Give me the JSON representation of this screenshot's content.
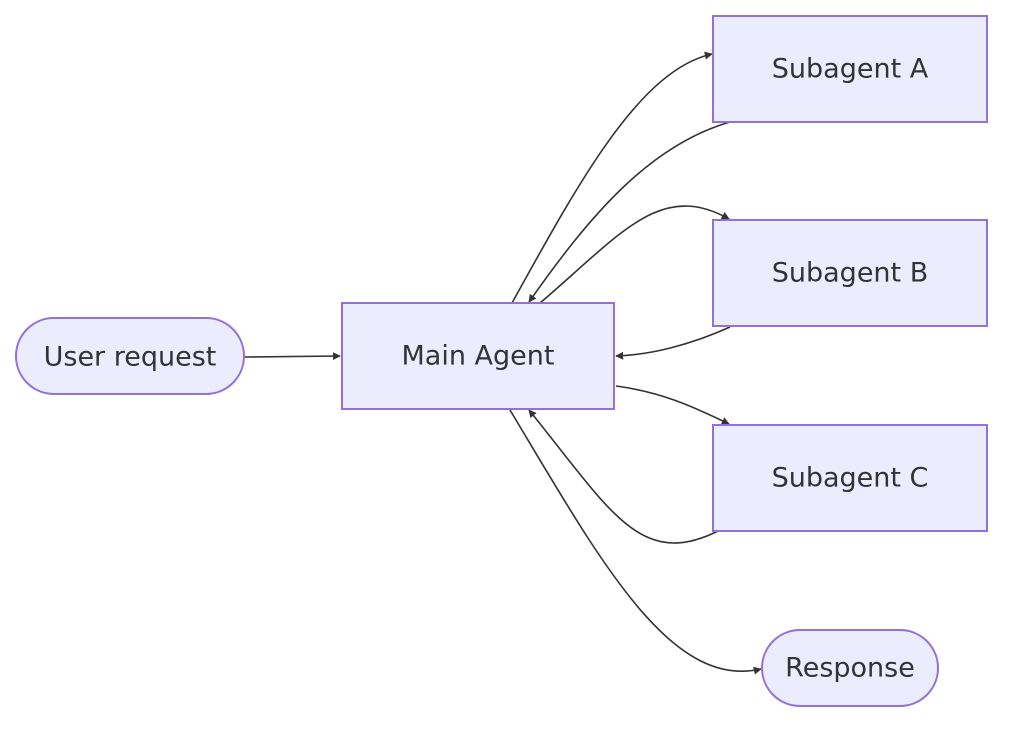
{
  "diagram": {
    "nodes": {
      "user_request": "User request",
      "main_agent": "Main Agent",
      "subagent_a": "Subagent A",
      "subagent_b": "Subagent B",
      "subagent_c": "Subagent C",
      "response": "Response"
    },
    "edges": [
      {
        "from": "user_request",
        "to": "main_agent"
      },
      {
        "from": "main_agent",
        "to": "subagent_a"
      },
      {
        "from": "main_agent",
        "to": "subagent_b"
      },
      {
        "from": "main_agent",
        "to": "subagent_c"
      },
      {
        "from": "subagent_a",
        "to": "main_agent"
      },
      {
        "from": "subagent_b",
        "to": "main_agent"
      },
      {
        "from": "subagent_c",
        "to": "main_agent"
      },
      {
        "from": "main_agent",
        "to": "response"
      }
    ],
    "colors": {
      "node_fill": "#ECECFF",
      "node_stroke": "#9370DB",
      "edge": "#333333",
      "text": "#333333"
    }
  }
}
